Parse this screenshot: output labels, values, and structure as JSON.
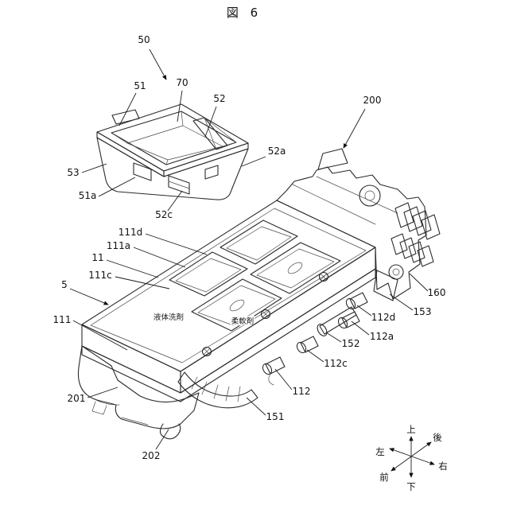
{
  "figure": {
    "title": "図 6"
  },
  "parts": {
    "p5": "5",
    "p11": "11",
    "p50": "50",
    "p51": "51",
    "p51a": "51a",
    "p52": "52",
    "p52a": "52a",
    "p52c": "52c",
    "p53": "53",
    "p70": "70",
    "p111": "111",
    "p111a": "111a",
    "p111c": "111c",
    "p111d": "111d",
    "p112": "112",
    "p112a": "112a",
    "p112c": "112c",
    "p112d": "112d",
    "p151": "151",
    "p152": "152",
    "p153": "153",
    "p160": "160",
    "p200": "200",
    "p201": "201",
    "p202": "202"
  },
  "drawing_text": {
    "tank_left": "液体洗剤",
    "tank_right": "柔軟剤",
    "cup_label": "柔軟剤"
  },
  "compass": {
    "up": "上",
    "down": "下",
    "left": "左",
    "right": "右",
    "front": "前",
    "back": "後"
  }
}
